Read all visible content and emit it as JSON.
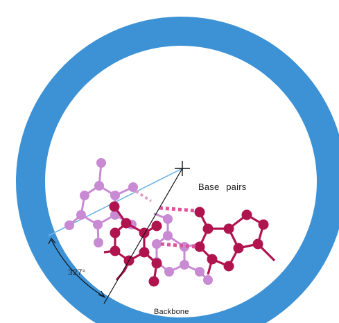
{
  "labels": {
    "base_pairs": "Base  pairs",
    "angle": "327°",
    "backbone": "Backbone"
  },
  "colors": {
    "background": "#ffffff",
    "backbone_ring": "#3d92d6",
    "helix_axis_line": "#6fb4e8",
    "lower_base_pair": "#c98ad4",
    "upper_base_pair": "#b0144f",
    "hydrogen_bond": "#e0529a",
    "annotation_line": "#111111"
  },
  "icons": {
    "helix_axis": "crosshair-icon",
    "angle_arrow": "arc-arrow-icon"
  }
}
